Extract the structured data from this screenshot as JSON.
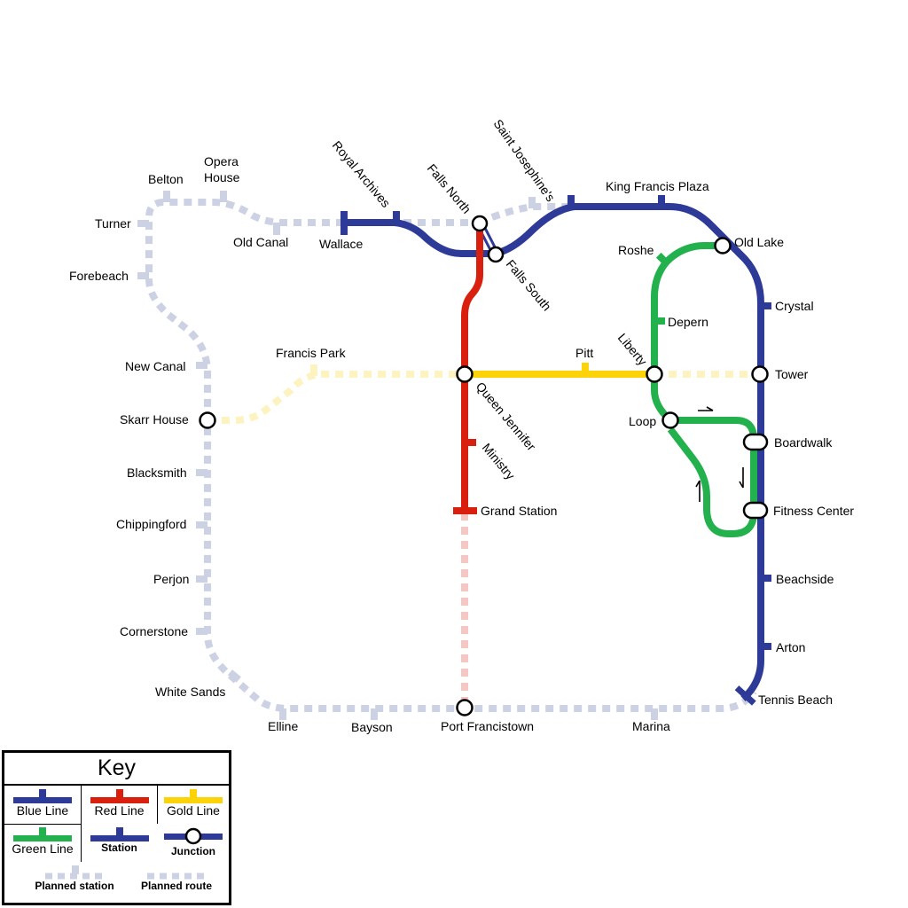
{
  "colors": {
    "blue": "#2e3a97",
    "red": "#d9200e",
    "gold": "#fcd208",
    "green": "#22b14c",
    "planned_grey": "#cdd1e4",
    "planned_gold": "#fdf3c1",
    "planned_red": "#f5c7c2"
  },
  "stations": {
    "wallace": "Wallace",
    "royal_archives": "Royal Archives",
    "falls_north": "Falls North",
    "falls_south": "Falls South",
    "saint_josephines": "Saint Josephine's",
    "king_francis_plaza": "King Francis Plaza",
    "old_lake": "Old Lake",
    "crystal": "Crystal",
    "tower": "Tower",
    "boardwalk": "Boardwalk",
    "fitness_center": "Fitness Center",
    "beachside": "Beachside",
    "arton": "Arton",
    "tennis_beach": "Tennis Beach",
    "marina": "Marina",
    "port_francistown": "Port Francistown",
    "bayson": "Bayson",
    "elline": "Elline",
    "white_sands": "White Sands",
    "cornerstone": "Cornerstone",
    "perjon": "Perjon",
    "chippingford": "Chippingford",
    "blacksmith": "Blacksmith",
    "skarr_house": "Skarr House",
    "new_canal": "New Canal",
    "forebeach": "Forebeach",
    "turner": "Turner",
    "belton": "Belton",
    "opera_house_1": "Opera",
    "opera_house_2": "House",
    "old_canal": "Old Canal",
    "francis_park": "Francis Park",
    "queen_jennifer": "Queen Jennifer",
    "ministry": "Ministry",
    "grand_station": "Grand Station",
    "pitt": "Pitt",
    "liberty": "Liberty",
    "roshe": "Roshe",
    "depern": "Depern",
    "loop": "Loop"
  },
  "key": {
    "title": "Key",
    "blue_line": "Blue Line",
    "red_line": "Red Line",
    "gold_line": "Gold Line",
    "green_line": "Green Line",
    "station": "Station",
    "junction": "Junction",
    "planned_station": "Planned station",
    "planned_route": "Planned route"
  }
}
